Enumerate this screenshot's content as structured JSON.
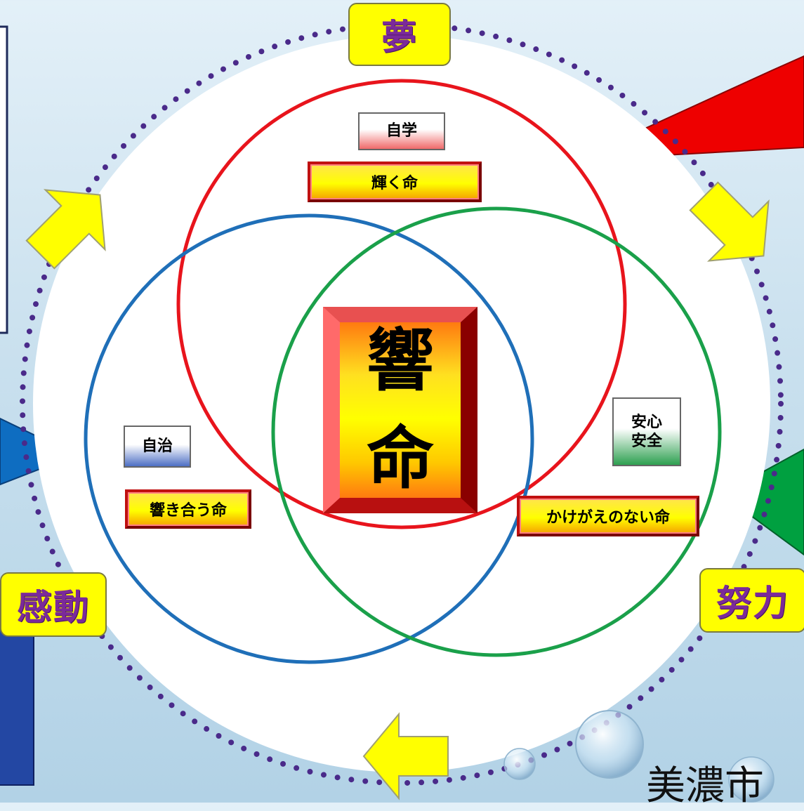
{
  "values": {
    "top": "夢",
    "left": "感動",
    "right": "努力"
  },
  "themes": {
    "red": "自学",
    "blue": "自治",
    "green_line1": "安心",
    "green_line2": "安全"
  },
  "banners": {
    "red": "輝く命",
    "blue": "響き合う命",
    "green": "かけがえのない命"
  },
  "center": {
    "char1": "響",
    "char2": "命"
  },
  "footer": {
    "city": "美濃市"
  },
  "colors": {
    "red_circle": "#e8141c",
    "blue_circle": "#1f6fb8",
    "green_circle": "#1aa04a",
    "dots": "#4a2a8a",
    "arrows": "#ffff00"
  }
}
